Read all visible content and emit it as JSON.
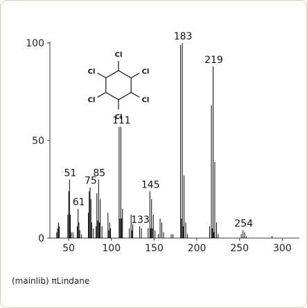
{
  "caption": "(mainlib) πLindane",
  "molecule": {
    "substituent_label": "Cl",
    "icon": "hexachlorocyclohexane-structure"
  },
  "chart_data": {
    "type": "bar",
    "title": "",
    "xlabel": "",
    "ylabel": "",
    "xlim": [
      28,
      320
    ],
    "ylim": [
      0,
      100
    ],
    "x_ticks": [
      "50",
      "100",
      "150",
      "200",
      "250",
      "300"
    ],
    "y_ticks": [
      "0",
      "50",
      "100"
    ],
    "x_tick_values": [
      50,
      100,
      150,
      200,
      250,
      300
    ],
    "y_tick_values": [
      0,
      50,
      100
    ],
    "grid": false,
    "peak_labels": [
      {
        "text": "183",
        "x": 183,
        "y": 100
      },
      {
        "text": "219",
        "x": 219,
        "y": 88
      },
      {
        "text": "111",
        "x": 111,
        "y": 57
      },
      {
        "text": "85",
        "x": 85,
        "y": 30
      },
      {
        "text": "51",
        "x": 51,
        "y": 30
      },
      {
        "text": "75",
        "x": 75,
        "y": 26
      },
      {
        "text": "61",
        "x": 61,
        "y": 15
      },
      {
        "text": "145",
        "x": 145,
        "y": 24
      },
      {
        "text": "133",
        "x": 133,
        "y": 6
      },
      {
        "text": "254",
        "x": 254,
        "y": 4
      }
    ],
    "peaks": [
      {
        "x": 27,
        "y": 2
      },
      {
        "x": 36,
        "y": 3
      },
      {
        "x": 37,
        "y": 5
      },
      {
        "x": 38,
        "y": 8
      },
      {
        "x": 39,
        "y": 6
      },
      {
        "x": 49,
        "y": 12
      },
      {
        "x": 50,
        "y": 24
      },
      {
        "x": 51,
        "y": 30
      },
      {
        "x": 52,
        "y": 12
      },
      {
        "x": 53,
        "y": 3
      },
      {
        "x": 55,
        "y": 3
      },
      {
        "x": 60,
        "y": 6
      },
      {
        "x": 61,
        "y": 15
      },
      {
        "x": 62,
        "y": 8
      },
      {
        "x": 63,
        "y": 4
      },
      {
        "x": 65,
        "y": 2
      },
      {
        "x": 73,
        "y": 13
      },
      {
        "x": 74,
        "y": 24
      },
      {
        "x": 75,
        "y": 26
      },
      {
        "x": 76,
        "y": 20
      },
      {
        "x": 77,
        "y": 8
      },
      {
        "x": 79,
        "y": 5
      },
      {
        "x": 82,
        "y": 6
      },
      {
        "x": 83,
        "y": 23
      },
      {
        "x": 84,
        "y": 9
      },
      {
        "x": 85,
        "y": 30
      },
      {
        "x": 86,
        "y": 8
      },
      {
        "x": 87,
        "y": 20
      },
      {
        "x": 89,
        "y": 6
      },
      {
        "x": 96,
        "y": 13
      },
      {
        "x": 97,
        "y": 4
      },
      {
        "x": 98,
        "y": 8
      },
      {
        "x": 99,
        "y": 5
      },
      {
        "x": 109,
        "y": 57
      },
      {
        "x": 110,
        "y": 10
      },
      {
        "x": 111,
        "y": 57
      },
      {
        "x": 112,
        "y": 10
      },
      {
        "x": 113,
        "y": 15
      },
      {
        "x": 121,
        "y": 5
      },
      {
        "x": 123,
        "y": 12
      },
      {
        "x": 124,
        "y": 4
      },
      {
        "x": 125,
        "y": 7
      },
      {
        "x": 133,
        "y": 6
      },
      {
        "x": 135,
        "y": 5
      },
      {
        "x": 143,
        "y": 5
      },
      {
        "x": 145,
        "y": 24
      },
      {
        "x": 146,
        "y": 5
      },
      {
        "x": 147,
        "y": 20
      },
      {
        "x": 148,
        "y": 5
      },
      {
        "x": 149,
        "y": 12
      },
      {
        "x": 151,
        "y": 4
      },
      {
        "x": 155,
        "y": 2
      },
      {
        "x": 157,
        "y": 10
      },
      {
        "x": 159,
        "y": 8
      },
      {
        "x": 161,
        "y": 3
      },
      {
        "x": 170,
        "y": 2
      },
      {
        "x": 172,
        "y": 2
      },
      {
        "x": 181,
        "y": 99
      },
      {
        "x": 182,
        "y": 10
      },
      {
        "x": 183,
        "y": 100
      },
      {
        "x": 184,
        "y": 6
      },
      {
        "x": 185,
        "y": 32
      },
      {
        "x": 187,
        "y": 8
      },
      {
        "x": 189,
        "y": 2
      },
      {
        "x": 215,
        "y": 6
      },
      {
        "x": 217,
        "y": 68
      },
      {
        "x": 218,
        "y": 5
      },
      {
        "x": 219,
        "y": 88
      },
      {
        "x": 220,
        "y": 3
      },
      {
        "x": 221,
        "y": 39
      },
      {
        "x": 223,
        "y": 8
      },
      {
        "x": 225,
        "y": 2
      },
      {
        "x": 252,
        "y": 2
      },
      {
        "x": 254,
        "y": 4
      },
      {
        "x": 256,
        "y": 3
      },
      {
        "x": 258,
        "y": 1
      },
      {
        "x": 288,
        "y": 1
      }
    ]
  }
}
